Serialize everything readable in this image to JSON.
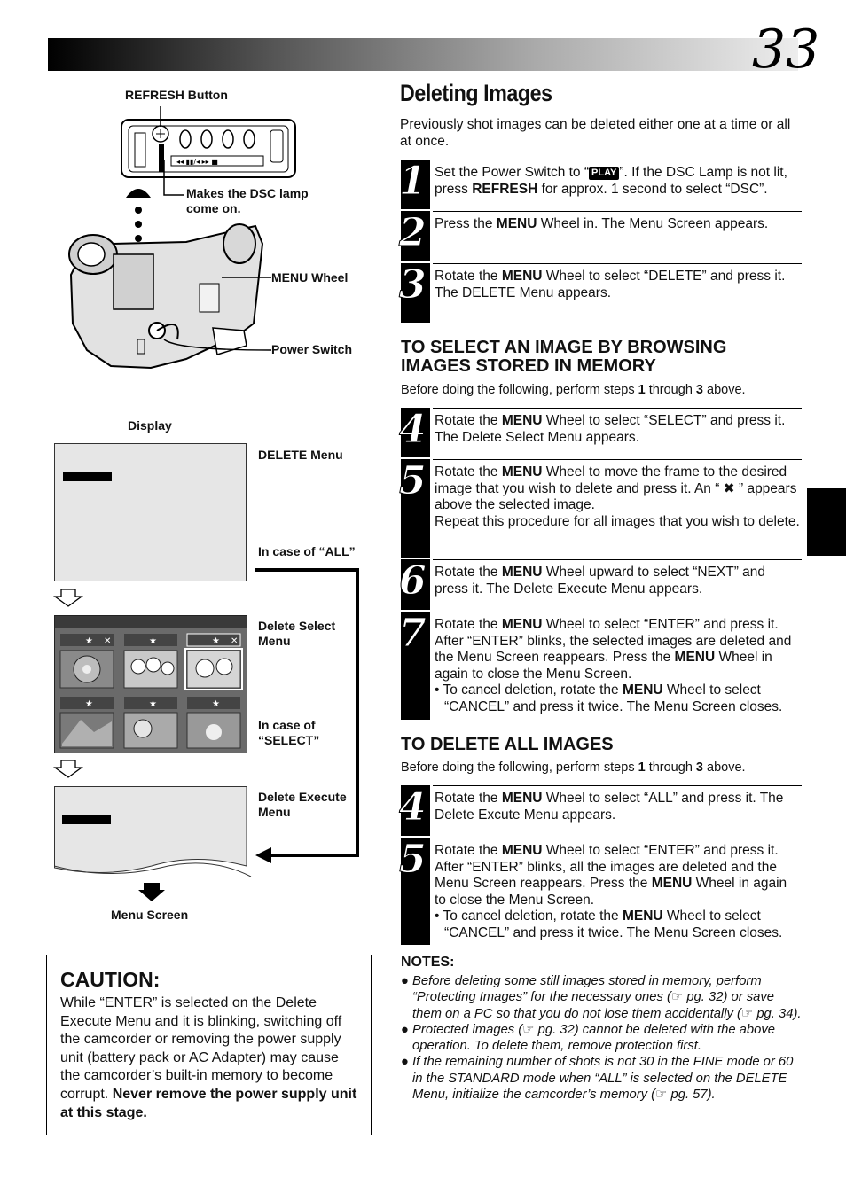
{
  "page": {
    "number": "33"
  },
  "title": "Deleting Images",
  "intro": "Previously shot images can be deleted either one at a time or all at once.",
  "steps_common": [
    {
      "n": "1",
      "a": "Set the Power Switch to “",
      "badge": "PLAY",
      "b": "”. If the DSC Lamp is not lit, press ",
      "bold": "REFRESH",
      "c": " for approx. 1 second to select “DSC”."
    },
    {
      "n": "2",
      "a": "Press the ",
      "bold": "MENU",
      "b": " Wheel in. The Menu Screen appears."
    },
    {
      "n": "3",
      "a": "Rotate the ",
      "bold": "MENU",
      "b": " Wheel to select “DELETE” and press it. The DELETE Menu appears."
    }
  ],
  "section_browse": {
    "heading_1": "TO SELECT AN IMAGE BY BROWSING",
    "heading_2": "IMAGES STORED IN MEMORY",
    "sub_a": "Before doing the following, perform steps ",
    "sub_b1": "1",
    "sub_c": " through ",
    "sub_b3": "3",
    "sub_d": " above.",
    "steps": [
      {
        "n": "4",
        "a": "Rotate the ",
        "bold": "MENU",
        "b": " Wheel to select “SELECT” and press it. The Delete Select Menu appears."
      },
      {
        "n": "5",
        "a": "Rotate the ",
        "bold": "MENU",
        "b": " Wheel to move the frame to the desired image that you wish to delete and press it. An “ ✖ ” appears above the selected image.",
        "c": "Repeat this procedure for all images that you wish to delete."
      },
      {
        "n": "6",
        "a": "Rotate the ",
        "bold": "MENU",
        "b": " Wheel upward to select “NEXT” and press it. The Delete Execute Menu appears."
      },
      {
        "n": "7",
        "a": "Rotate the ",
        "bold": "MENU",
        "b": " Wheel to select “ENTER” and press it. After “ENTER” blinks, the selected images are deleted and the Menu Screen reappears.  Press the ",
        "bold2": "MENU",
        "c": " Wheel in again to close the Menu Screen.",
        "bullet_a": "• To cancel deletion, rotate the ",
        "bullet_bold": "MENU",
        "bullet_b": " Wheel to select “CANCEL” and press it twice. The Menu Screen closes."
      }
    ]
  },
  "section_all": {
    "heading": "TO DELETE ALL IMAGES",
    "sub_a": "Before doing the following, perform steps ",
    "sub_b1": "1",
    "sub_c": " through ",
    "sub_b3": "3",
    "sub_d": " above.",
    "steps": [
      {
        "n": "4",
        "a": "Rotate the ",
        "bold": "MENU",
        "b": " Wheel to select “ALL” and press it. The Delete Excute Menu appears."
      },
      {
        "n": "5",
        "a": "Rotate the ",
        "bold": "MENU",
        "b": " Wheel to select “ENTER” and press it. After “ENTER” blinks, all the images are deleted and the Menu Screen reappears.  Press the ",
        "bold2": "MENU",
        "c": " Wheel in again to close the Menu Screen.",
        "bullet_a": "• To cancel deletion, rotate the ",
        "bullet_bold": "MENU",
        "bullet_b": " Wheel to select “CANCEL” and press it twice. The Menu Screen closes."
      }
    ]
  },
  "notes": {
    "heading": "NOTES:",
    "items": [
      "● Before deleting some still images stored in memory, perform “Protecting Images” for the necessary ones  (☞ pg. 32) or save them on a PC so that you do not lose them accidentally (☞ pg. 34).",
      "●  Protected images (☞ pg. 32) cannot be deleted with the above operation. To delete them, remove protection first.",
      "● If the remaining number of shots is not 30 in the FINE mode or 60 in the STANDARD mode when “ALL” is selected on the DELETE Menu, initialize the camcorder’s memory (☞ pg. 57)."
    ]
  },
  "diagram": {
    "refresh_button": "REFRESH Button",
    "dsc_lamp_1": "Makes the DSC lamp",
    "dsc_lamp_2": "come on.",
    "menu_wheel": "MENU Wheel",
    "power_switch": "Power Switch",
    "display": "Display",
    "delete_menu": "DELETE Menu",
    "case_all": "In case of “ALL”",
    "delete_select_1": "Delete Select",
    "delete_select_2": "Menu",
    "case_select_1": "In case of",
    "case_select_2": "“SELECT”",
    "delete_execute_1": "Delete Execute",
    "delete_execute_2": "Menu",
    "menu_screen": "Menu Screen"
  },
  "caution": {
    "heading": "CAUTION:",
    "text": "While “ENTER” is selected on the Delete Execute Menu and it is blinking, switching off the camcorder or removing the power supply unit (battery pack or AC Adapter) may cause the camcorder’s built-in memory to become corrupt. ",
    "bold": "Never remove the power supply unit at this stage."
  }
}
